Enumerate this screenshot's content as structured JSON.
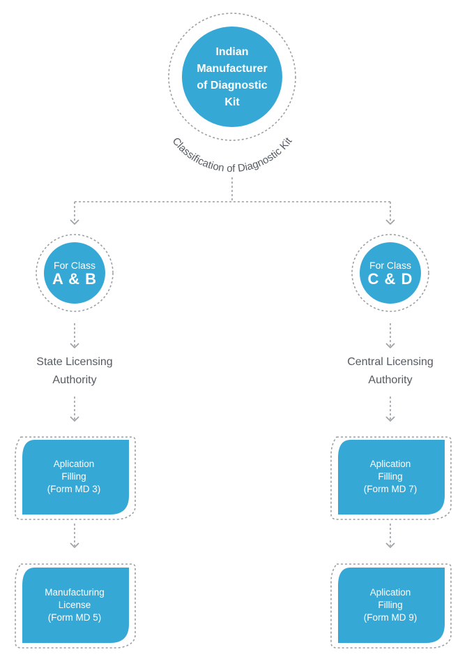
{
  "root": {
    "lines": [
      "Indian",
      "Manufacturer",
      "of Diagnostic",
      "Kit"
    ],
    "arc_label": "Classification of Diagnostic Kit"
  },
  "branches": [
    {
      "class_prefix": "For Class",
      "class_label": "A & B",
      "authority": [
        "State Licensing",
        "Authority"
      ],
      "steps": [
        [
          "Aplication",
          "Filling",
          "(Form MD 3)"
        ],
        [
          "Manufacturing",
          "License",
          "(Form MD 5)"
        ]
      ]
    },
    {
      "class_prefix": "For Class",
      "class_label": "C & D",
      "authority": [
        "Central Licensing",
        "Authority"
      ],
      "steps": [
        [
          "Aplication",
          "Filling",
          "(Form MD 7)"
        ],
        [
          "Aplication",
          "Filling",
          "(Form MD 9)"
        ]
      ]
    }
  ],
  "colors": {
    "primary": "#35a8d6",
    "dotted": "#9a9fa4",
    "text": "#555b61"
  }
}
